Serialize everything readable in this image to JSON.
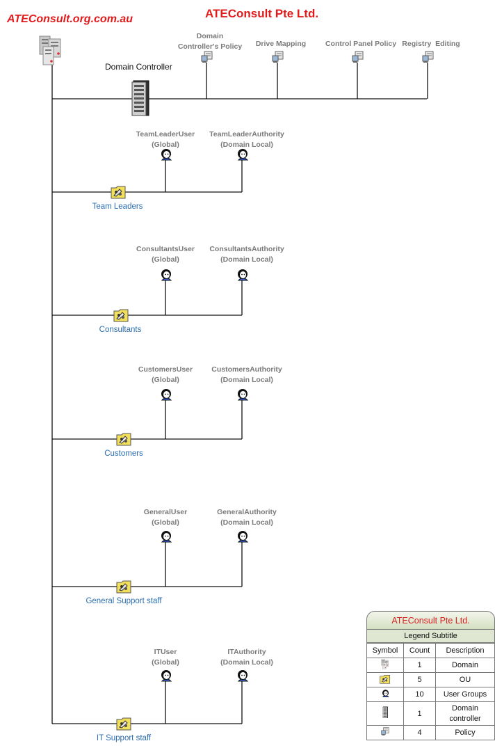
{
  "header": {
    "site": "ATEConsult.org.com.au",
    "title": "ATEConsult Pte Ltd."
  },
  "domain_controller": {
    "label": "Domain Controller"
  },
  "policies": [
    {
      "label": "Domain\nController's Policy"
    },
    {
      "label": "Drive Mapping"
    },
    {
      "label": "Control Panel Policy"
    },
    {
      "label": "Registry  Editing"
    }
  ],
  "ous": [
    {
      "label": "Team Leaders",
      "global_group": "TeamLeaderUser\n(Global)",
      "local_group": "TeamLeaderAuthority\n(Domain Local)"
    },
    {
      "label": "Consultants",
      "global_group": "ConsultantsUser\n(Global)",
      "local_group": "ConsultantsAuthority\n(Domain Local)"
    },
    {
      "label": "Customers",
      "global_group": "CustomersUser\n(Global)",
      "local_group": "CustomersAuthority\n(Domain Local)"
    },
    {
      "label": "General Support staff",
      "global_group": "GeneralUser\n(Global)",
      "local_group": "GeneralAuthority\n(Domain Local)"
    },
    {
      "label": "IT Support staff",
      "global_group": "ITUser\n(Global)",
      "local_group": "ITAuthority\n(Domain Local)"
    }
  ],
  "legend": {
    "title": "ATEConsult Pte Ltd.",
    "subtitle": "Legend Subtitle",
    "columns": [
      "Symbol",
      "Count",
      "Description"
    ],
    "rows": [
      {
        "icon": "domain-icon",
        "count": "1",
        "description": "Domain"
      },
      {
        "icon": "ou-icon",
        "count": "5",
        "description": "OU"
      },
      {
        "icon": "user-group-icon",
        "count": "10",
        "description": "User Groups"
      },
      {
        "icon": "domain-controller-icon",
        "count": "1",
        "description": "Domain\ncontroller"
      },
      {
        "icon": "policy-icon",
        "count": "4",
        "description": "Policy"
      }
    ]
  },
  "colors": {
    "title_red": "#e11b1b",
    "ou_label_blue": "#2a6db0",
    "group_label_grey": "#7a7a7a",
    "legend_header_green": "#dfe7d2",
    "ou_folder_yellow": "#f2e05a"
  }
}
